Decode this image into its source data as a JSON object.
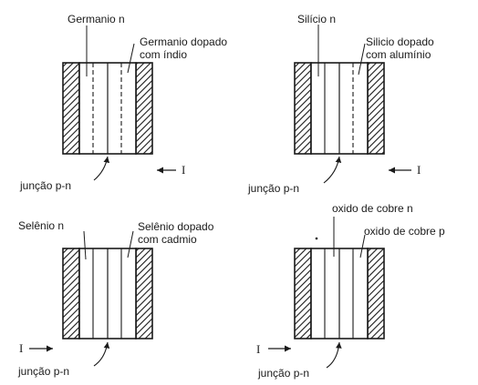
{
  "panels": [
    {
      "id": "germanio",
      "label_n": "Germanio n",
      "label_doped_line1": "Germanio dopado",
      "label_doped_line2": "com índio",
      "junction_label": "junção p-n",
      "current_label": "I",
      "current_direction": "left"
    },
    {
      "id": "silicio",
      "label_n": "Silício n",
      "label_doped_line1": "Silicio dopado",
      "label_doped_line2": "com alumínio",
      "junction_label": "junção p-n",
      "current_label": "I",
      "current_direction": "left"
    },
    {
      "id": "selenio",
      "label_n": "Selênio n",
      "label_doped_line1": "Selênio dopado",
      "label_doped_line2": "com cadmio",
      "junction_label": "junção p-n",
      "current_label": "I",
      "current_direction": "right"
    },
    {
      "id": "oxido",
      "label_n": "oxido de cobre n",
      "label_doped_line1": "oxido de cobre p",
      "label_doped_line2": "",
      "junction_label": "junção p-n",
      "current_label": "I",
      "current_direction": "right"
    }
  ],
  "colors": {
    "ink": "#1a1a1a",
    "paper": "#ffffff"
  }
}
